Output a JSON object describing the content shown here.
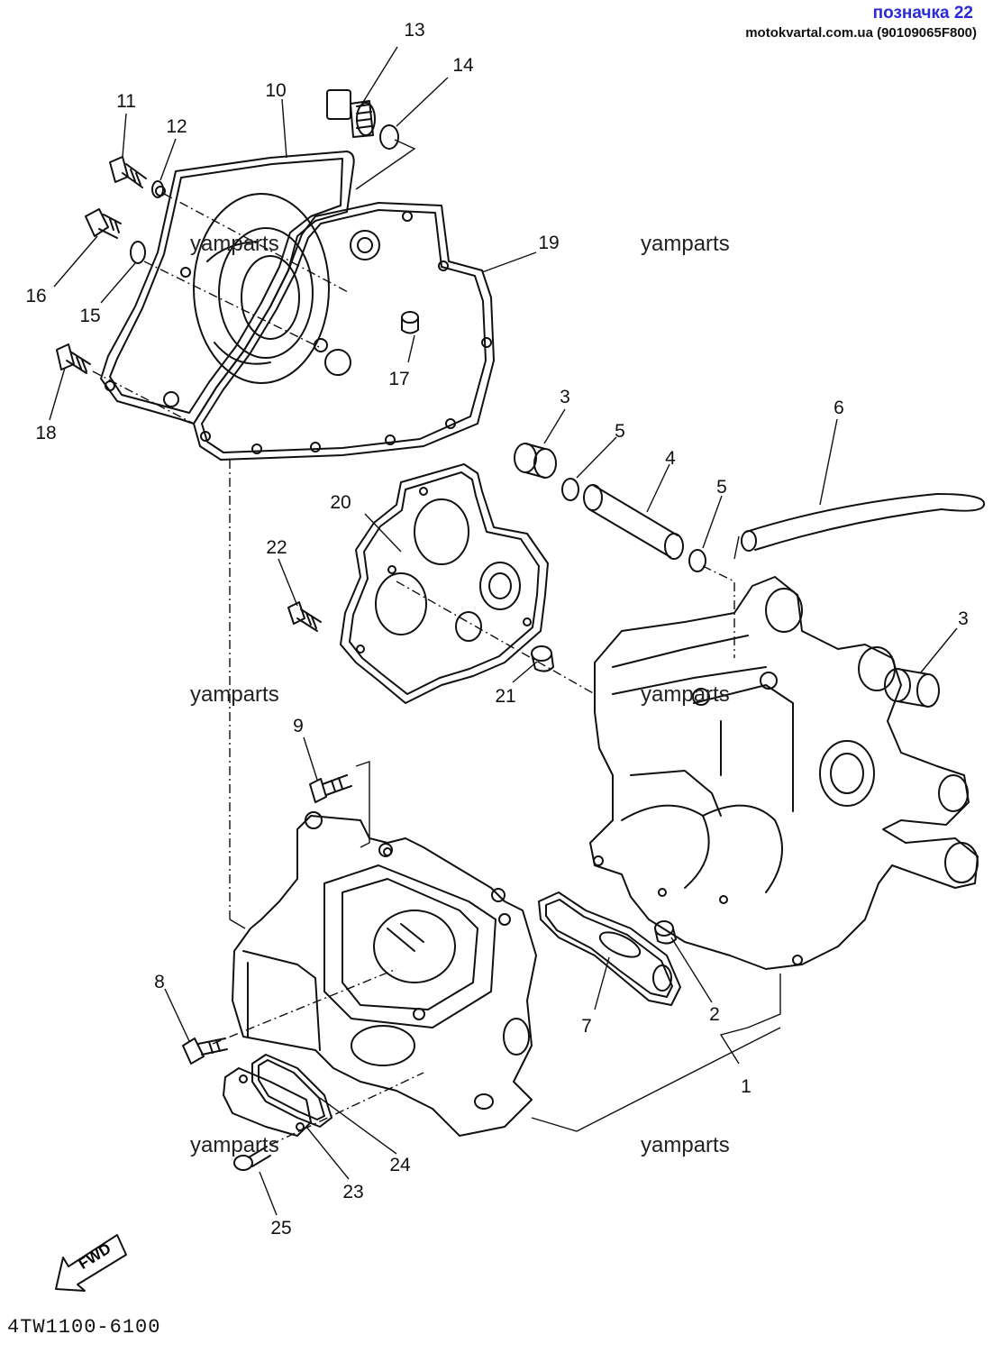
{
  "header": {
    "title": "позначка 22",
    "title_color": "#2a2ad8",
    "source": "motokvartal.com.ua (90109065F800)"
  },
  "diagram_code": "4TW1100-6100",
  "fwd_label": "FWD",
  "watermark": "yamparts",
  "callouts": [
    "1",
    "2",
    "3",
    "3",
    "4",
    "5",
    "5",
    "6",
    "7",
    "8",
    "9",
    "10",
    "11",
    "12",
    "13",
    "14",
    "15",
    "16",
    "17",
    "18",
    "19",
    "20",
    "21",
    "22",
    "23",
    "24",
    "25"
  ],
  "line_color": "#111111"
}
